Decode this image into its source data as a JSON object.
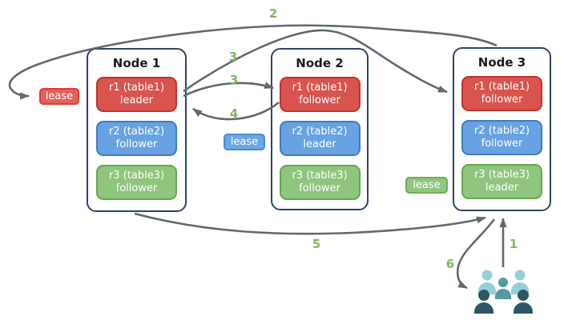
{
  "nodes": [
    {
      "title": "Node 1",
      "replicas": [
        {
          "label": "r1 (table1)",
          "role": "leader",
          "color": "red"
        },
        {
          "label": "r2 (table2)",
          "role": "follower",
          "color": "blue"
        },
        {
          "label": "r3 (table3)",
          "role": "follower",
          "color": "green"
        }
      ]
    },
    {
      "title": "Node 2",
      "replicas": [
        {
          "label": "r1 (table1)",
          "role": "follower",
          "color": "red"
        },
        {
          "label": "r2 (table2)",
          "role": "leader",
          "color": "blue"
        },
        {
          "label": "r3 (table3)",
          "role": "follower",
          "color": "green"
        }
      ]
    },
    {
      "title": "Node 3",
      "replicas": [
        {
          "label": "r1 (table1)",
          "role": "follower",
          "color": "red"
        },
        {
          "label": "r2 (table2)",
          "role": "follower",
          "color": "blue"
        },
        {
          "label": "r3 (table3)",
          "role": "leader",
          "color": "green"
        }
      ]
    }
  ],
  "leases": {
    "red": {
      "label": "lease"
    },
    "blue": {
      "label": "lease"
    },
    "green": {
      "label": "lease"
    }
  },
  "steps": {
    "s1": "1",
    "s2": "2",
    "s3a": "3",
    "s3b": "3",
    "s4": "4",
    "s5": "5",
    "s6": "6"
  },
  "icons": {
    "users_group": "users-group-icon"
  },
  "colors": {
    "arrow": "#5f6a6d",
    "step_label": "#7eb95e",
    "node_border": "#2f4566",
    "replica_red": "#d9544f",
    "replica_red_border": "#c0332c",
    "replica_blue": "#68a2e2",
    "replica_blue_border": "#3f7cc1",
    "replica_green": "#8fc57d",
    "replica_green_border": "#64a84e",
    "lease_red_fill": "#e0625e",
    "lease_red_border": "#e23b31",
    "lease_blue_fill": "#6ca7e8",
    "lease_blue_border": "#4a8bd1",
    "lease_green_fill": "#92c57f",
    "lease_green_border": "#6fae55",
    "users_light": "#96ced3",
    "users_mid": "#549aa4",
    "users_dark": "#2e5666"
  }
}
